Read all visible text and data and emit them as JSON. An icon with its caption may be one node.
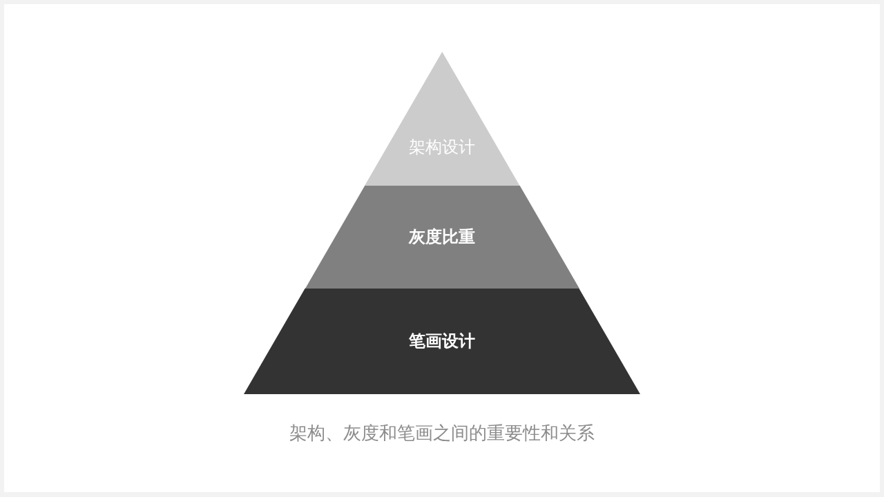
{
  "diagram": {
    "caption": "架构、灰度和笔画之间的重要性和关系",
    "nodes": [
      {
        "text": [
          "架构设计"
        ]
      },
      {
        "text": [
          "灰度比重"
        ]
      },
      {
        "text": [
          "笔画设计"
        ]
      }
    ]
  }
}
